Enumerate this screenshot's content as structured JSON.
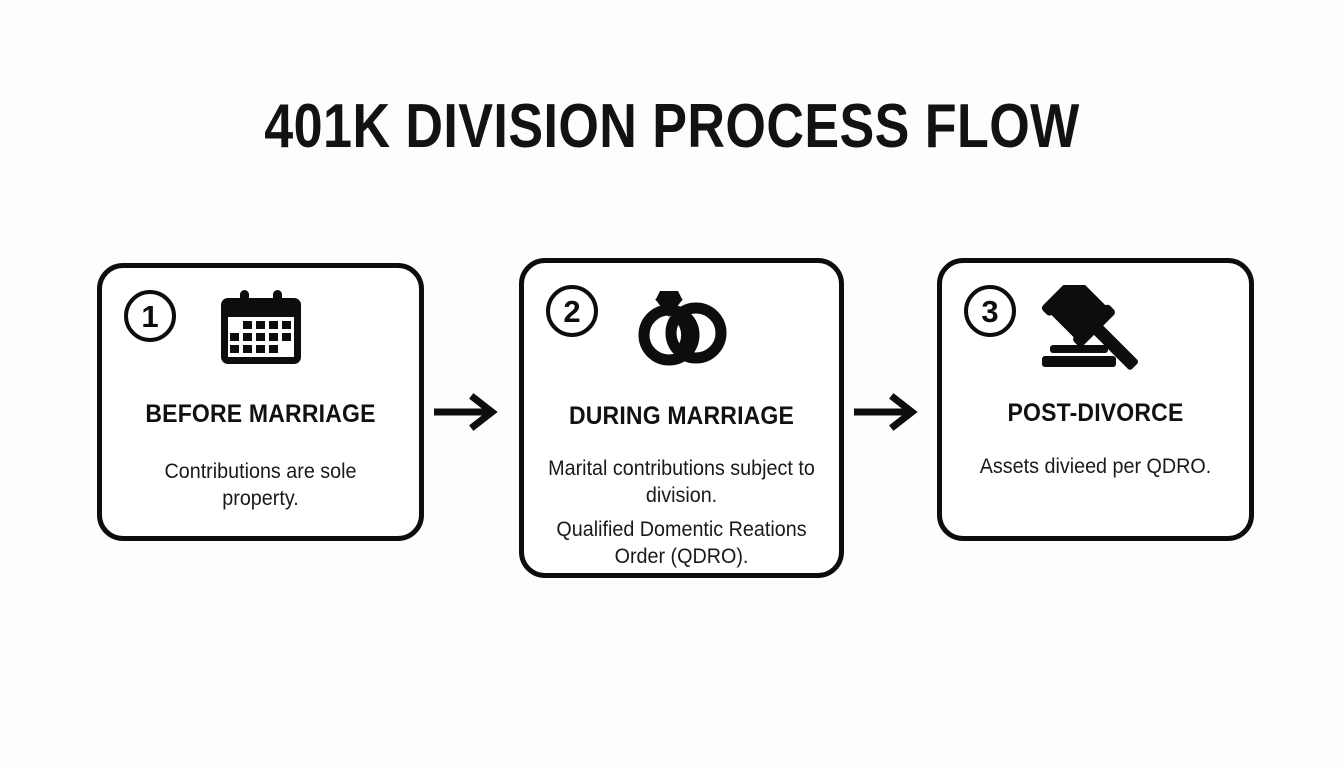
{
  "title": "401K DIVISION PROCESS FLOW",
  "theme": {
    "background": "#fdfdfd",
    "card_background": "#ffffff",
    "stroke": "#0d0d0d",
    "text": "#111111"
  },
  "flow": {
    "steps": [
      {
        "number": "1",
        "icon": "calendar-icon",
        "heading": "BEFORE MARRIAGE",
        "body": [
          "Contributions are sole property."
        ]
      },
      {
        "number": "2",
        "icon": "wedding-rings-icon",
        "heading": "DURING MARRIAGE",
        "body": [
          "Marital contributions subject to division.",
          "Qualified Domentic Reations Order (QDRO)."
        ]
      },
      {
        "number": "3",
        "icon": "gavel-icon",
        "heading": "POST-DIVORCE",
        "body": [
          "Assets divieed per QDRO."
        ]
      }
    ],
    "connectors": [
      {
        "icon": "arrow-right-icon",
        "from": "1",
        "to": "2"
      },
      {
        "icon": "arrow-right-icon",
        "from": "2",
        "to": "3"
      }
    ]
  }
}
